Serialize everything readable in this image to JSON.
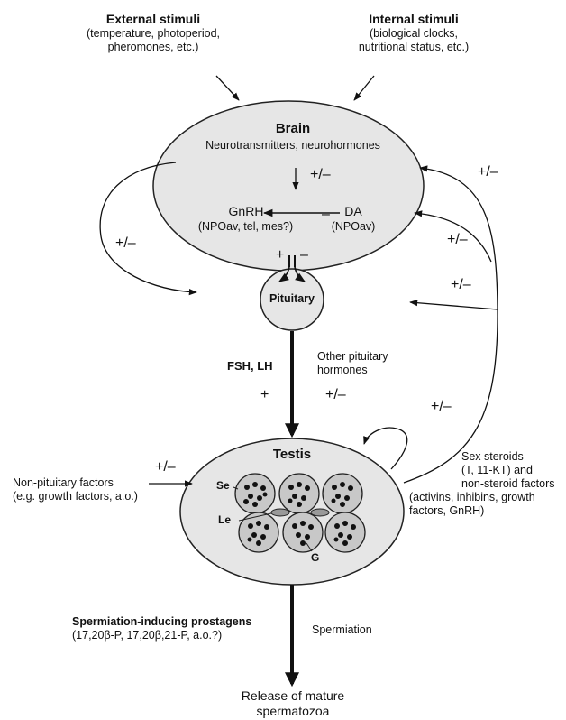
{
  "external": {
    "title": "External stimuli",
    "l1": "(temperature, photoperiod,",
    "l2": "pheromones, etc.)"
  },
  "internal": {
    "title": "Internal stimuli",
    "l1": "(biological clocks,",
    "l2": "nutritional status, etc.)"
  },
  "brain": {
    "title": "Brain",
    "subtitle": "Neurotransmitters, neurohormones",
    "gnrh": "GnRH",
    "gnrh_sites": "(NPOav, tel, mes?)",
    "da": "DA",
    "da_sites": "(NPOav)"
  },
  "pituitary": {
    "label": "Pituitary"
  },
  "gonadotropins": {
    "label": "FSH, LH",
    "other_l1": "Other pituitary",
    "other_l2": "hormones"
  },
  "testis": {
    "title": "Testis",
    "se": "Se",
    "le": "Le",
    "g": "G"
  },
  "nonpit": {
    "l1": "Non-pituitary factors",
    "l2": "(e.g. growth factors, a.o.)"
  },
  "steroids": {
    "l1": "Sex steroids",
    "l2": "(T, 11-KT) and",
    "l3": "non-steroid factors",
    "l4": "(activins, inhibins, growth",
    "l5": "factors, GnRH)"
  },
  "prostagens": {
    "title": "Spermiation-inducing prostagens",
    "compounds": "(17,20β-P, 17,20β,21-P, a.o.?)"
  },
  "spermiation": {
    "label": "Spermiation"
  },
  "release": {
    "l1": "Release of mature",
    "l2": "spermatozoa"
  },
  "signs": {
    "pm": "+/–",
    "plus": "+",
    "minus": "–"
  },
  "colors": {
    "fill": "#e6e6e6",
    "stroke": "#222222",
    "cell": "#c8c8c8"
  }
}
